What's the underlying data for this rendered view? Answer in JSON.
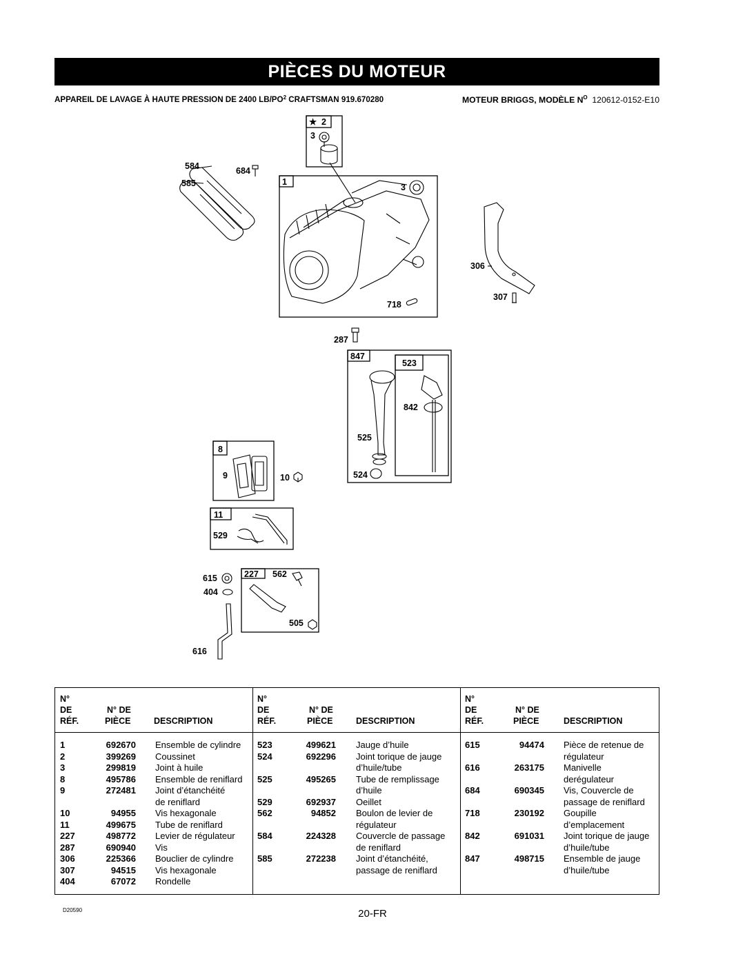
{
  "page": {
    "title": "PIÈCES DU MOTEUR",
    "subtitle_left": "APPAREIL DE LAVAGE À HAUTE PRESSION DE 2400 LB/PO",
    "subtitle_left_sup": "2",
    "subtitle_left_tail": " CRAFTSMAN 919.670280",
    "subtitle_right_label": "MOTEUR BRIGGS, MODÈLE N",
    "subtitle_right_sup": "O",
    "subtitle_right_model": "120612-0152-E10",
    "doc_code": "D20590",
    "page_number": "20-FR"
  },
  "diagram": {
    "callouts": {
      "star": "★",
      "c2": "2",
      "c3a": "3",
      "c3b": "3",
      "c584": "584",
      "c585": "585",
      "c684": "684",
      "c1": "1",
      "c306": "306",
      "c307": "307",
      "c718": "718",
      "c287": "287",
      "c847": "847",
      "c523": "523",
      "c842": "842",
      "c525": "525",
      "c524": "524",
      "c8": "8",
      "c9": "9",
      "c10": "10",
      "c11": "11",
      "c529": "529",
      "c615": "615",
      "c404": "404",
      "c227": "227",
      "c562": "562",
      "c505": "505",
      "c616": "616"
    }
  },
  "table": {
    "header": {
      "no": "N°",
      "de": "DE",
      "ref": "RÉF.",
      "no_de": "N° DE",
      "piece": "PIÈCE",
      "description": "DESCRIPTION"
    },
    "columns": [
      [
        {
          "ref": "1",
          "pn": "692670",
          "desc": "Ensemble de cylindre"
        },
        {
          "ref": "2",
          "pn": "399269",
          "desc": "Coussinet"
        },
        {
          "ref": "3",
          "pn": "299819",
          "desc": "Joint à huile"
        },
        {
          "ref": "8",
          "pn": "495786",
          "desc": "Ensemble de reniflard"
        },
        {
          "ref": "9",
          "pn": "272481",
          "desc": "Joint d’étanchéité"
        },
        {
          "ref": "",
          "pn": "",
          "desc": "de reniflard"
        },
        {
          "ref": "10",
          "pn": "94955",
          "desc": "Vis hexagonale"
        },
        {
          "ref": "11",
          "pn": "499675",
          "desc": "Tube de reniflard"
        },
        {
          "ref": "227",
          "pn": "498772",
          "desc": "Levier de régulateur"
        },
        {
          "ref": "287",
          "pn": "690940",
          "desc": "Vis"
        },
        {
          "ref": "306",
          "pn": "225366",
          "desc": "Bouclier de cylindre"
        },
        {
          "ref": "307",
          "pn": "94515",
          "desc": "Vis hexagonale"
        },
        {
          "ref": "404",
          "pn": "67072",
          "desc": "Rondelle"
        }
      ],
      [
        {
          "ref": "523",
          "pn": "499621",
          "desc": "Jauge d’huile"
        },
        {
          "ref": "524",
          "pn": "692296",
          "desc": "Joint torique de jauge"
        },
        {
          "ref": "",
          "pn": "",
          "desc": "d’huile/tube"
        },
        {
          "ref": "525",
          "pn": "495265",
          "desc": "Tube de remplissage"
        },
        {
          "ref": "",
          "pn": "",
          "desc": "d’huile"
        },
        {
          "ref": "529",
          "pn": "692937",
          "desc": "Oeillet"
        },
        {
          "ref": "562",
          "pn": "94852",
          "desc": "Boulon de levier de"
        },
        {
          "ref": "",
          "pn": "",
          "desc": "régulateur"
        },
        {
          "ref": "584",
          "pn": "224328",
          "desc": "Couvercle de passage"
        },
        {
          "ref": "",
          "pn": "",
          "desc": "de reniflard"
        },
        {
          "ref": "585",
          "pn": "272238",
          "desc": "Joint d’étanchéité,"
        },
        {
          "ref": "",
          "pn": "",
          "desc": "passage de reniflard"
        }
      ],
      [
        {
          "ref": "615",
          "pn": "94474",
          "desc": "Pièce de retenue de"
        },
        {
          "ref": "",
          "pn": "",
          "desc": "régulateur"
        },
        {
          "ref": "616",
          "pn": "263175",
          "desc": "Manivelle"
        },
        {
          "ref": "",
          "pn": "",
          "desc": "derégulateur"
        },
        {
          "ref": "684",
          "pn": "690345",
          "desc": "Vis, Couvercle de"
        },
        {
          "ref": "",
          "pn": "",
          "desc": "passage de reniflard"
        },
        {
          "ref": "718",
          "pn": "230192",
          "desc": "Goupille"
        },
        {
          "ref": "",
          "pn": "",
          "desc": "d’emplacement"
        },
        {
          "ref": "842",
          "pn": "691031",
          "desc": "Joint torique de jauge"
        },
        {
          "ref": "",
          "pn": "",
          "desc": "d’huile/tube"
        },
        {
          "ref": "847",
          "pn": "498715",
          "desc": "Ensemble de jauge"
        },
        {
          "ref": "",
          "pn": "",
          "desc": "d’huile/tube"
        }
      ]
    ]
  }
}
